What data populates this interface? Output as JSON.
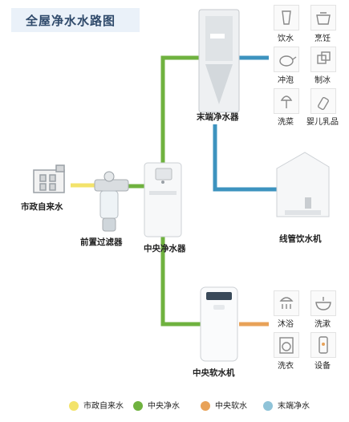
{
  "title": "全屋净水水路图",
  "devices": {
    "municipal": "市政自来水",
    "prefilter": "前置过滤器",
    "central_purifier": "中央净水器",
    "terminal_purifier": "末端净水器",
    "pipeline_dispenser": "线管饮水机",
    "central_softener": "中央软水机"
  },
  "terminal_apps": [
    "饮水",
    "烹饪",
    "冲泡",
    "制冰",
    "洗菜",
    "婴儿乳品"
  ],
  "softener_apps": [
    "沐浴",
    "洗漱",
    "洗衣",
    "设备"
  ],
  "legend": [
    {
      "label": "市政自来水",
      "color": "#f3e36b"
    },
    {
      "label": "中央净水",
      "color": "#6fb23f"
    },
    {
      "label": "中央软水",
      "color": "#e8a258"
    },
    {
      "label": "末端净水",
      "color": "#5aa7c8"
    }
  ],
  "pipe_colors": {
    "municipal": "#f3e36b",
    "central": "#6fb23f",
    "soft": "#e8a258",
    "terminal": "#3d93bf"
  }
}
